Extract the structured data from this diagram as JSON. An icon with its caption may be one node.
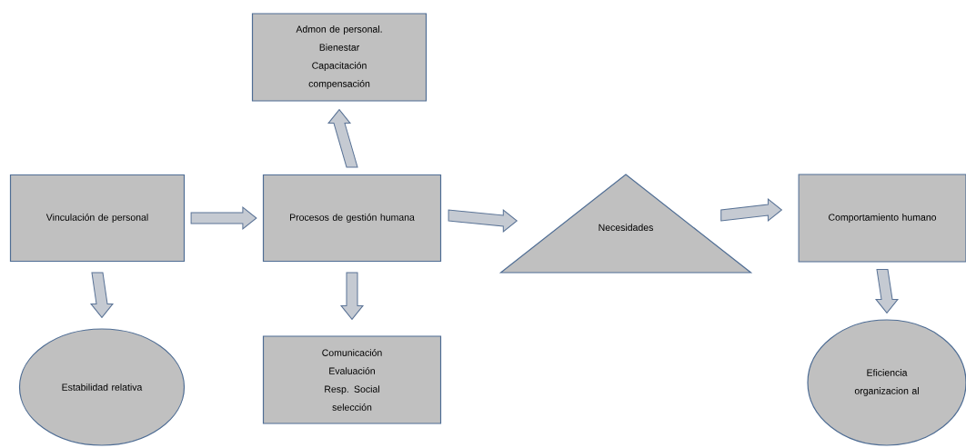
{
  "diagram": {
    "nodes": [
      {
        "text": [
          "Admon de personal.",
          "Bienestar",
          "Capacitación",
          "compensación"
        ]
      },
      {
        "text": [
          "Vinculación de personal"
        ]
      },
      {
        "text": [
          "Procesos de gestión humana"
        ]
      },
      {
        "text": [
          "Necesidades"
        ]
      },
      {
        "text": [
          "Comportamiento humano"
        ]
      },
      {
        "text": [
          "Estabilidad relativa"
        ]
      },
      {
        "text": [
          "Comunicación",
          "Evaluación",
          "Resp. Social",
          "selección"
        ]
      },
      {
        "text": [
          "Eficiencia organizacion al"
        ]
      }
    ],
    "edges": [
      {
        "from": 1,
        "to": 2,
        "arrow": "to"
      },
      {
        "from": 2,
        "to": 0,
        "arrow": "to"
      },
      {
        "from": 2,
        "to": 3,
        "arrow": "to"
      },
      {
        "from": 3,
        "to": 4,
        "arrow": "to"
      },
      {
        "from": 1,
        "to": 5,
        "arrow": "to"
      },
      {
        "from": 2,
        "to": 6,
        "arrow": "to"
      },
      {
        "from": 4,
        "to": 7,
        "arrow": "to"
      }
    ]
  }
}
